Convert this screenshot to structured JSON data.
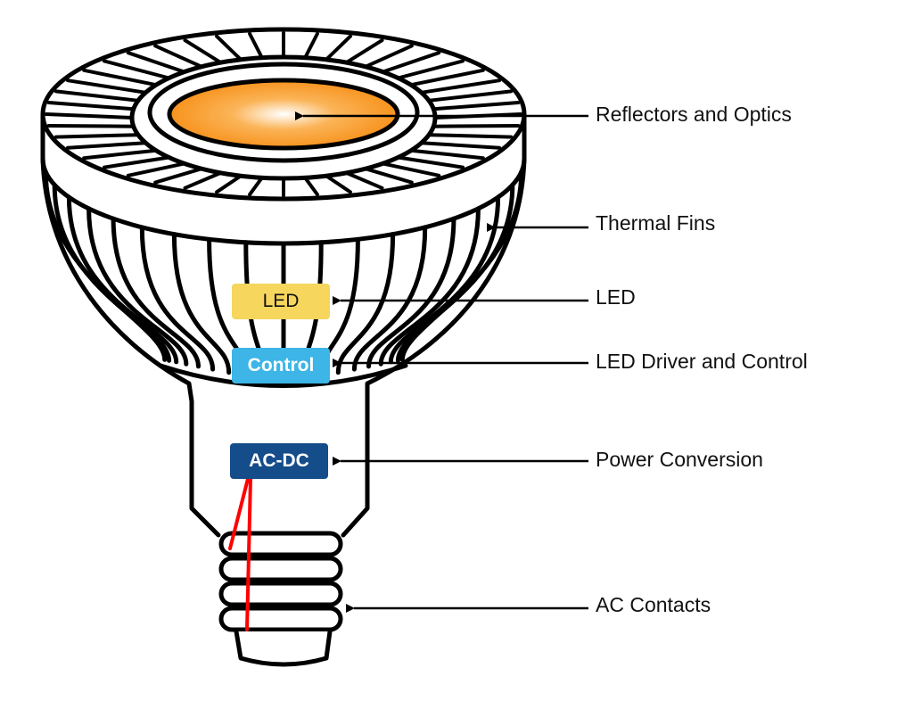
{
  "labels": {
    "reflectors": "Reflectors and Optics",
    "thermal_fins": "Thermal Fins",
    "led": "LED",
    "driver": "LED Driver and Control",
    "power": "Power Conversion",
    "contacts": "AC Contacts"
  },
  "boxes": {
    "led": {
      "text": "LED",
      "color": "#f6d65c",
      "text_color": "#111111"
    },
    "control": {
      "text": "Control",
      "color": "#3db5e6",
      "text_color": "#ffffff"
    },
    "acdc": {
      "text": "AC-DC",
      "color": "#154c8a",
      "text_color": "#ffffff"
    }
  },
  "colors": {
    "reflector": "#f7931e",
    "wire": "#ff0000",
    "outline": "#000000"
  }
}
